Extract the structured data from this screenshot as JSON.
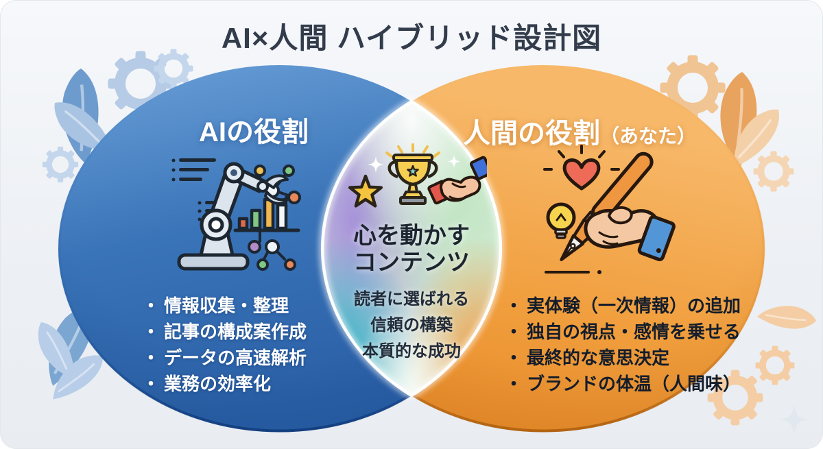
{
  "title": "AI×人間 ハイブリッド設計図",
  "left_circle": {
    "heading": "AIの役割",
    "icon": "robot-arm-analytics-icon",
    "bullet": "・",
    "items": [
      "情報収集・整理",
      "記事の構成案作成",
      "データの高速解析",
      "業務の効率化"
    ],
    "color": "#3a74b8"
  },
  "right_circle": {
    "heading": "人間の役割",
    "heading_suffix": "（あなた）",
    "icon": "hand-writing-pen-icon",
    "bullet": "・",
    "items": [
      "実体験（一次情報）の追加",
      "独自の視点・感情を乗せる",
      "最終的な意思決定",
      "ブランドの体温（人間味）"
    ],
    "color": "#f09c3a"
  },
  "overlap": {
    "icons": [
      "star-icon",
      "trophy-icon",
      "handshake-icon",
      "sparkle-icon"
    ],
    "heading_line1": "心を動かす",
    "heading_line2": "コンテンツ",
    "items": [
      "読者に選ばれる",
      "信頼の構築",
      "本質的な成功"
    ]
  },
  "decorations": {
    "top_left": [
      "leaf-icon",
      "gear-icon"
    ],
    "top_right": [
      "leaf-icon",
      "gear-icon"
    ],
    "bottom_left": [
      "leaf-icon"
    ],
    "bottom_right": [
      "gear-icon",
      "leaf-icon",
      "sparkle-icon"
    ]
  },
  "colors": {
    "background": "#edf0f4",
    "title_text": "#333c4b",
    "left_circle": "#3a74b8",
    "left_rim": "#1b4e96",
    "right_circle": "#f09c3a",
    "right_rim": "#c4701c",
    "lens_purple": "#a58fda",
    "lens_green": "#c9e8c9",
    "lens_teal": "#35b0c6",
    "lens_orange": "#f0a04a",
    "deco_blue": "#b6cbe5",
    "deco_orange": "#f0c493"
  }
}
